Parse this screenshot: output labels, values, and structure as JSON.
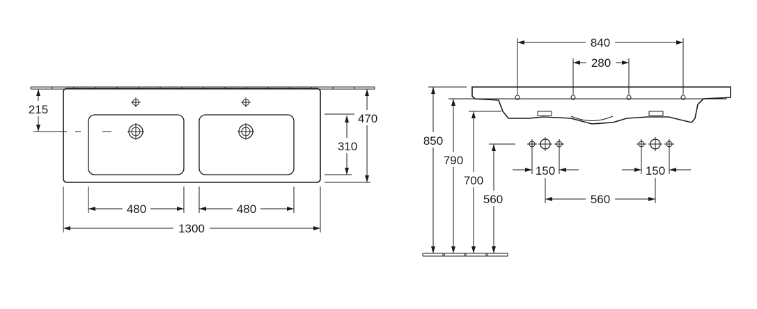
{
  "top_view": {
    "dim_wall_to_tap": "215",
    "dim_overall_depth": "470",
    "dim_bowl_depth": "310",
    "dim_bowl_left_width": "480",
    "dim_bowl_right_width": "480",
    "dim_overall_width": "1300"
  },
  "side_view": {
    "dim_outer_holes": "840",
    "dim_inner_holes": "280",
    "dim_height_top": "850",
    "dim_height_790": "790",
    "dim_height_700": "700",
    "dim_height_560": "560",
    "dim_left_spacing": "150",
    "dim_right_spacing": "150",
    "dim_center_spacing": "560"
  },
  "colors": {
    "line": "#1a1a1a",
    "background": "#ffffff"
  }
}
